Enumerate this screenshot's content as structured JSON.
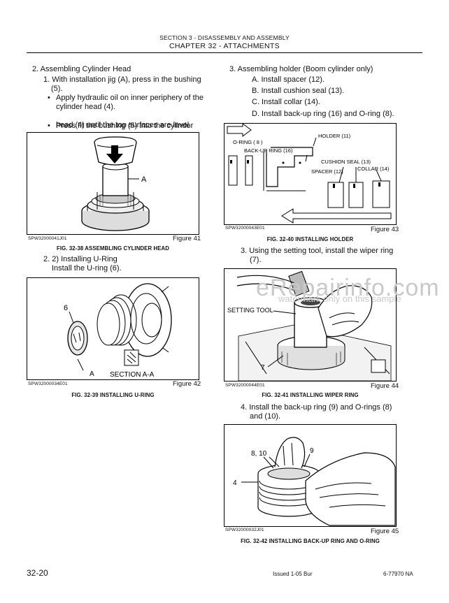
{
  "header": {
    "section": "SECTION 3 - DISASSEMBLY AND ASSEMBLY",
    "chapter": "CHAPTER 32 - ATTACHMENTS"
  },
  "left": {
    "step2_title": "2. Assembling Cylinder Head",
    "step2_sub1a": "1. With installation jig (A), press in the bushing",
    "step2_sub1b": "(5).",
    "bullet1a": "Apply hydraulic oil on inner periphery of the",
    "bullet1b": "cylinder head (4).",
    "bullet2a": "Press fit the bushing (5) into the cylinder",
    "bullet2b": "head (4) until the top surfaces are level.",
    "fig41": {
      "code": "SPW32000041J01",
      "num": "Figure 41",
      "caption": "FIG. 32-38 ASSEMBLING CYLINDER HEAD",
      "label_a": "A"
    },
    "step_uring_a": "2. 2) Installing U-Ring",
    "step_uring_b": "Install the U-ring (6).",
    "fig42": {
      "code": "SPW32000034E01",
      "num": "Figure 42",
      "caption": "FIG. 32-39 INSTALLING U-RING",
      "label_6": "6",
      "label_a": "A",
      "label_section": "SECTION  A-A"
    }
  },
  "right": {
    "step3_title": "3. Assembling holder (Boom cylinder only)",
    "itemA": "A. Install spacer (12).",
    "itemB": "B. Install cushion seal (13).",
    "itemC": "C. Install collar (14).",
    "itemD": "D. Install back-up ring (16) and O-ring (8).",
    "fig43": {
      "code": "SPW32000043E01",
      "num": "Figure 43",
      "caption": "FIG. 32-40 INSTALLING HOLDER",
      "lbl_holder": "HOLDER (11)",
      "lbl_oring": "O-RING ( 8 )",
      "lbl_backup": "BACK-UP RING (16)",
      "lbl_cushion": "CUSHION SEAL (13)",
      "lbl_spacer": "SPACER (12)",
      "lbl_collar": "COLLAR (14)"
    },
    "step3_3a": "3. Using the setting tool, install the wiper ring",
    "step3_3b": "(7).",
    "fig44": {
      "code": "SPW32000044E01",
      "num": "Figure 44",
      "caption": "FIG. 32-41 INSTALLING WIPER RING",
      "lbl_tool": "SETTING TOOL",
      "lbl_7": "7"
    },
    "step3_4a": "4. Install the back-up ring (9) and O-rings (8)",
    "step3_4b": "and (10).",
    "fig45": {
      "code": "SPW32000032J01",
      "num": "Figure 45",
      "caption": "FIG. 32-42 INSTALLING BACK-UP RING AND O-RING",
      "lbl_810": "8, 10",
      "lbl_9": "9",
      "lbl_4": "4"
    }
  },
  "watermark": {
    "big": "eRepairinfo.com",
    "small": "watermark only on this sample"
  },
  "footer": {
    "page": "32-20",
    "issued": "Issued 1-05    Bur",
    "part": "6-77970 NA"
  }
}
